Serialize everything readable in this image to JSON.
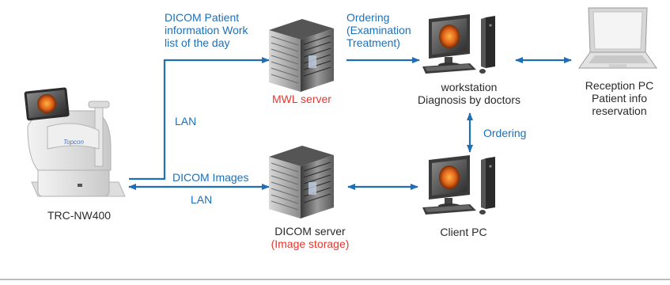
{
  "colors": {
    "link": "#1f6fb8",
    "highlight": "#e8352c",
    "text": "#2a2a2a",
    "divider": "#7a7a7a"
  },
  "nodes": {
    "device": {
      "label": "TRC-NW400",
      "icon": "fundus-camera-icon"
    },
    "mwl_server": {
      "label": "MWL server",
      "icon": "server-icon"
    },
    "dicom_server": {
      "label": "DICOM server",
      "sublabel": "(Image storage)",
      "icon": "server-icon"
    },
    "workstation": {
      "label_line1": "workstation",
      "label_line2": "Diagnosis by doctors",
      "icon": "desktop-pc-icon"
    },
    "client_pc": {
      "label": "Client PC",
      "icon": "desktop-pc-icon"
    },
    "reception_pc": {
      "label_line1": "Reception PC",
      "label_line2": "Patient info",
      "label_line3": "reservation",
      "icon": "laptop-icon"
    }
  },
  "links": {
    "worklist_line1": "DICOM Patient",
    "worklist_line2": "information Work",
    "worklist_line3": "list of the day",
    "lan_upper": "LAN",
    "ordering_top_line1": "Ordering",
    "ordering_top_line2": "(Examination",
    "ordering_top_line3": "Treatment)",
    "ordering_vertical": "Ordering",
    "dicom_images": "DICOM Images",
    "lan_lower": "LAN"
  }
}
